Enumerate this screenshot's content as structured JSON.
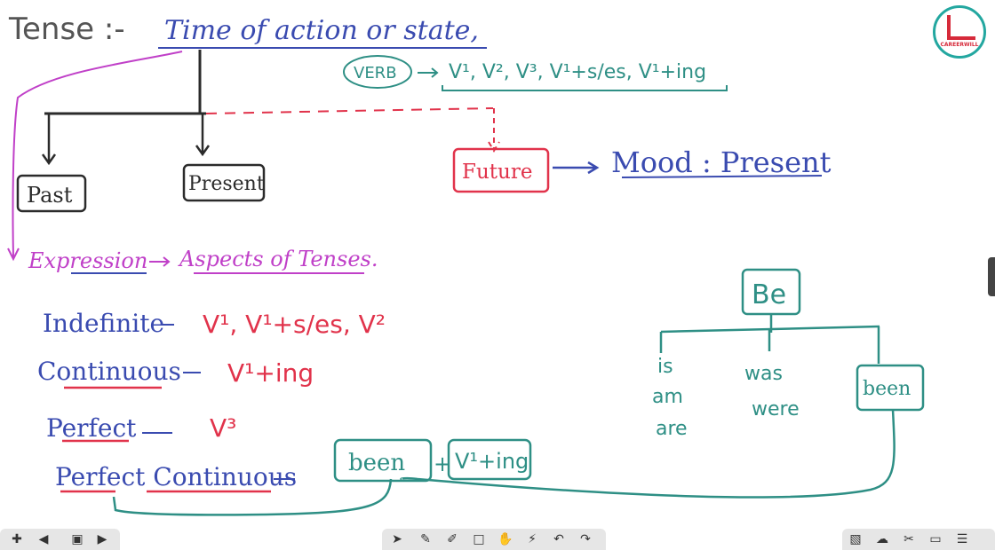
{
  "board": {
    "heading": "Tense :-",
    "definition": "Time of action or state,",
    "verb_box": "VERB",
    "verb_forms": "V¹, V², V³, V¹+s/es, V¹+ing",
    "branches": {
      "past": "Past",
      "present": "Present",
      "future": "Future"
    },
    "mood_line": "Mood : Present",
    "expression": "Expression",
    "aspects": "Aspects of Tenses.",
    "aspect_list": [
      {
        "name": "Indefinite",
        "form": "V¹, V¹+s/es, V²"
      },
      {
        "name": "Continuous",
        "form": "V¹+ing"
      },
      {
        "name": "Perfect",
        "form": "V³"
      },
      {
        "name": "Perfect Continuous",
        "form": ""
      }
    ],
    "pc_been": "been",
    "pc_plus": "+",
    "pc_ving": "V¹+ing",
    "be_tree": {
      "root": "Be",
      "present": [
        "is",
        "am",
        "are"
      ],
      "past": [
        "was",
        "were"
      ],
      "perfect": "been"
    }
  },
  "logo": {
    "text": "CAREERWILL"
  },
  "colors": {
    "ink_dark": "#2b2b2b",
    "blue": "#3a4bb0",
    "teal": "#2e8f85",
    "red": "#e1334b",
    "magenta": "#c040c8",
    "logo_teal": "#23a7a0",
    "logo_red": "#d62a3a"
  },
  "toolbar": {
    "left_tools": [
      "plus-icon",
      "back-icon",
      "page-icon",
      "play-icon"
    ],
    "middle_tools": [
      "pointer-icon",
      "pen-icon",
      "marker-icon",
      "shape-icon",
      "hand-icon",
      "laser-icon",
      "undo-icon",
      "redo-icon"
    ],
    "right_tools": [
      "image-icon",
      "cloud-icon",
      "tools-icon",
      "screen-icon",
      "menu-icon"
    ]
  }
}
